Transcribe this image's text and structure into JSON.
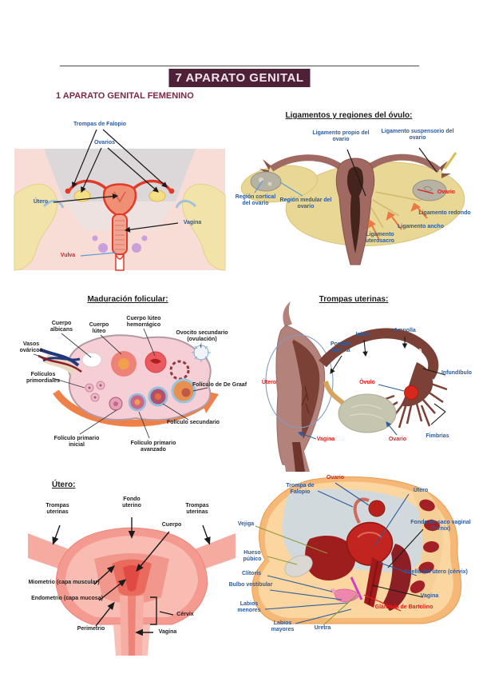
{
  "page": {
    "title": "7 APARATO GENITAL",
    "subtitle": "1 APARATO GENITAL FEMENINO"
  },
  "colors": {
    "title_background": "#4f2139",
    "title_text": "#f2e4eb",
    "subtitle_maroon": "#7c2846",
    "label_blue": "#2e5b9b",
    "label_red": "#e01e1a",
    "heading_black": "#1b1b1b",
    "arrow_orange": "#ee8048"
  },
  "fig_pelvis": {
    "labels": {
      "trompas_falopio": "Trompas de Falopio",
      "ovarios": "Ovarios",
      "utero": "Útero",
      "vagina": "Vagina",
      "vulva": "Vulva"
    }
  },
  "fig_ligamentos": {
    "heading": "Ligamentos y regiones del óvulo:",
    "labels": {
      "lig_propio": "Ligamento propio del ovario",
      "lig_suspensorio": "Ligamento suspensorio del ovario",
      "region_cortical": "Región cortical del ovario",
      "region_medular": "Región medular del ovario",
      "ovario": "Ovario",
      "lig_redondo": "Ligamento redondo",
      "lig_ancho": "Ligamento ancho",
      "lig_uterosacro": "Ligamento uterosacro"
    }
  },
  "fig_foliculos": {
    "heading": "Maduración folicular:",
    "labels": {
      "cuerpo_albicans": "Cuerpo albicans",
      "cuerpo_luteo": "Cuerpo lúteo",
      "cuerpo_luteo_hemorragico": "Cuerpo lúteo hemorrágico",
      "ovocito_secundario": "Ovocito secundario (ovulación)",
      "vasos_ovaricos": "Vasos ováricos",
      "foliculos_primordiales": "Folículos primordiales",
      "foliculo_de_graaf": "Folículo de De Graaf",
      "foliculo_secundario": "Folículo secundario",
      "foliculo_primario_inicial": "Folículo primario inicial",
      "foliculo_primario_avanzado": "Folículo primario avanzado"
    }
  },
  "fig_trompas": {
    "heading": "Trompas uterinas:",
    "labels": {
      "istmo": "Istmo",
      "ampolla": "Ampolla",
      "porcion_uterina": "Porción uterina",
      "trompa_uterina": "Trompa uterina",
      "infundibulo": "Infundíbulo",
      "utero": "Útero",
      "ovulo": "Óvulo",
      "vagina": "Vagina",
      "ovario": "Ovario",
      "fimbrias": "Fimbrias"
    }
  },
  "fig_utero": {
    "heading": "Útero:",
    "labels": {
      "trompas_izq": "Trompas uterinas",
      "fondo_uterino": "Fondo uterino",
      "trompas_der": "Trompas uterinas",
      "cuerpo": "Cuerpo",
      "miometrio": "Miometrio (capa muscular)",
      "endometrio": "Endometrio (capa mucosa)",
      "perimetrio": "Perimetrio",
      "cervix": "Cérvix",
      "vagina": "Vagina"
    }
  },
  "fig_sagital": {
    "labels": {
      "trompa_falopio": "Trompa de Falopio",
      "ovario": "Ovario",
      "utero": "Útero",
      "vejiga": "Vejiga",
      "fondo_saco": "Fondo de saco vaginal (fórnix)",
      "hueso_pubico": "Hueso púbico",
      "clitoris": "Clítoris",
      "bulbo_vestibular": "Bulbo vestibular",
      "cuello_utero": "Cuello del útero (cérvix)",
      "vagina": "Vagina",
      "labios_menores": "Labios menores",
      "glandula_bartolino": "Glándula de Bartolino",
      "labios_mayores": "Labios mayores",
      "uretra": "Uretra"
    }
  }
}
